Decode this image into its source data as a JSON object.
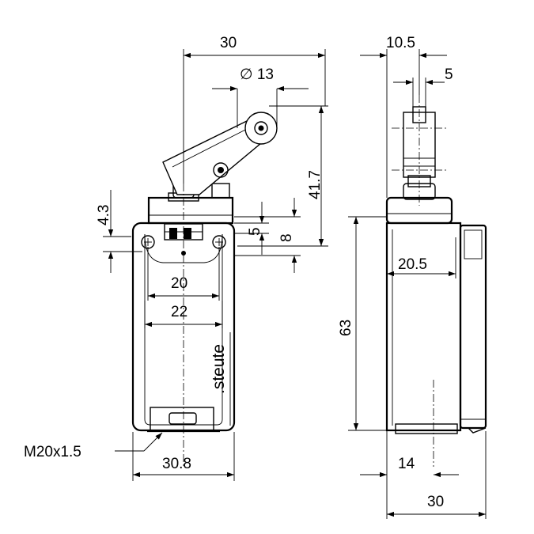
{
  "front_view": {
    "dim_top_width": "30",
    "dim_roller_diameter": "∅ 13",
    "dim_height_right": "41.7",
    "dim_left_vertical": "4.3",
    "dim_small_gap": "5",
    "dim_gap_8": "8",
    "dim_inner_20": "20",
    "dim_inner_22": "22",
    "dim_bottom_width": "30.8",
    "thread_label": "M20x1.5",
    "brand": ".steute"
  },
  "side_view": {
    "dim_top_width": "10.5",
    "dim_plunger": "5",
    "dim_height": "63",
    "dim_inner_width": "20.5",
    "dim_bottom_offset": "14",
    "dim_bottom_width": "30"
  }
}
